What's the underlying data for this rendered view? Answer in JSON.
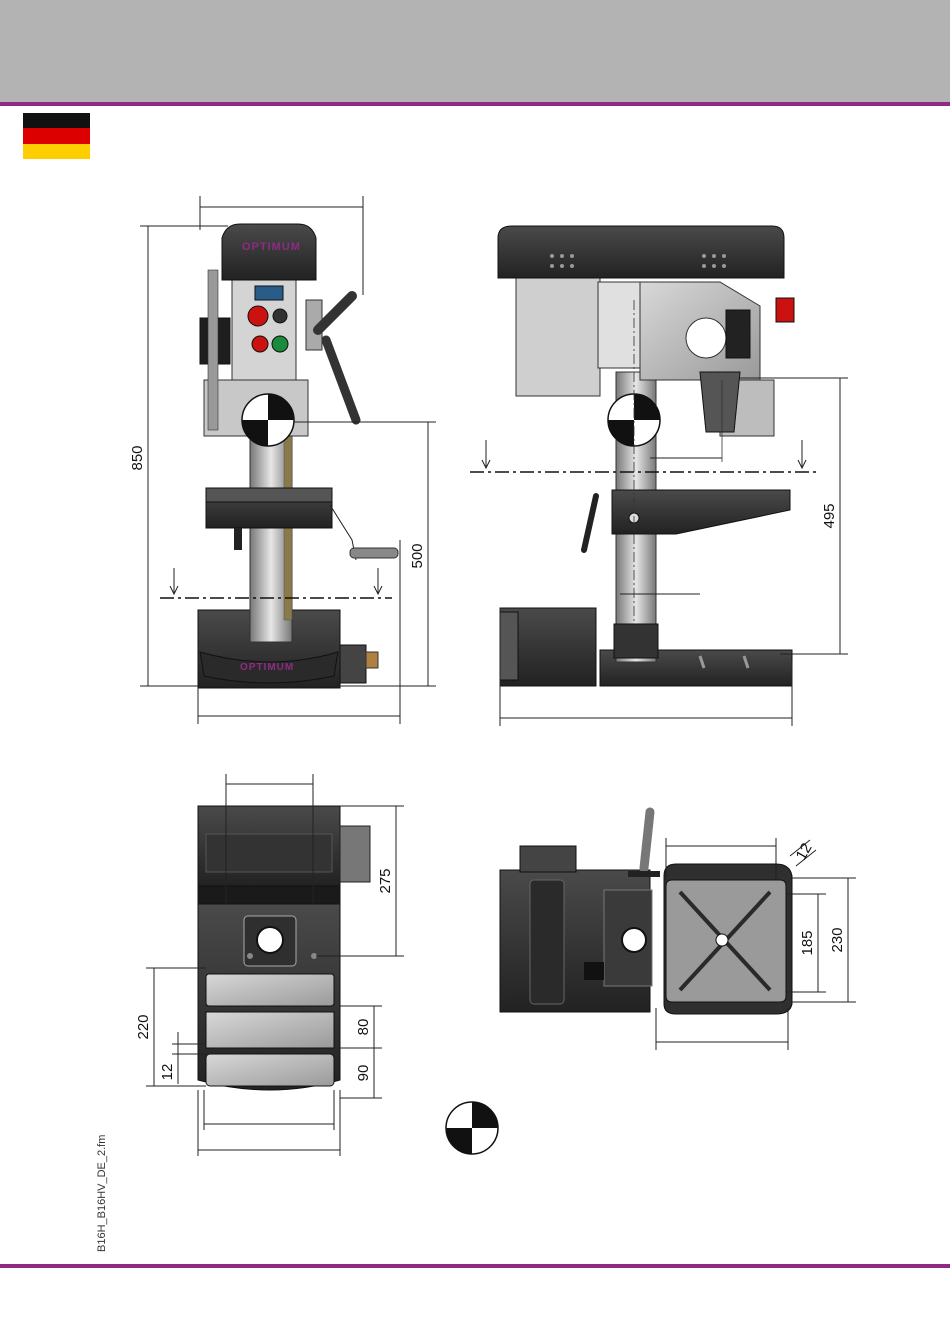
{
  "header": {
    "band_color": "#b3b3b3",
    "rule_color": "#8e2a85"
  },
  "flag": {
    "icon": "flag-germany-icon",
    "colors": [
      "#111111",
      "#dd0000",
      "#ffce00"
    ]
  },
  "file_name": "B16H_B16HV_DE_2.fm",
  "brand": "OPTIMUM",
  "dimensions": {
    "front_height": "850",
    "front_spindle_to_base": "500",
    "side_spindle_to_base": "495",
    "top_depth": "275",
    "top_table": "220",
    "top_slot_spacing": "12",
    "top_slot_80": "80",
    "top_slot_90": "90",
    "plan_slot": "12",
    "plan_inner": "185",
    "plan_outer": "230"
  }
}
